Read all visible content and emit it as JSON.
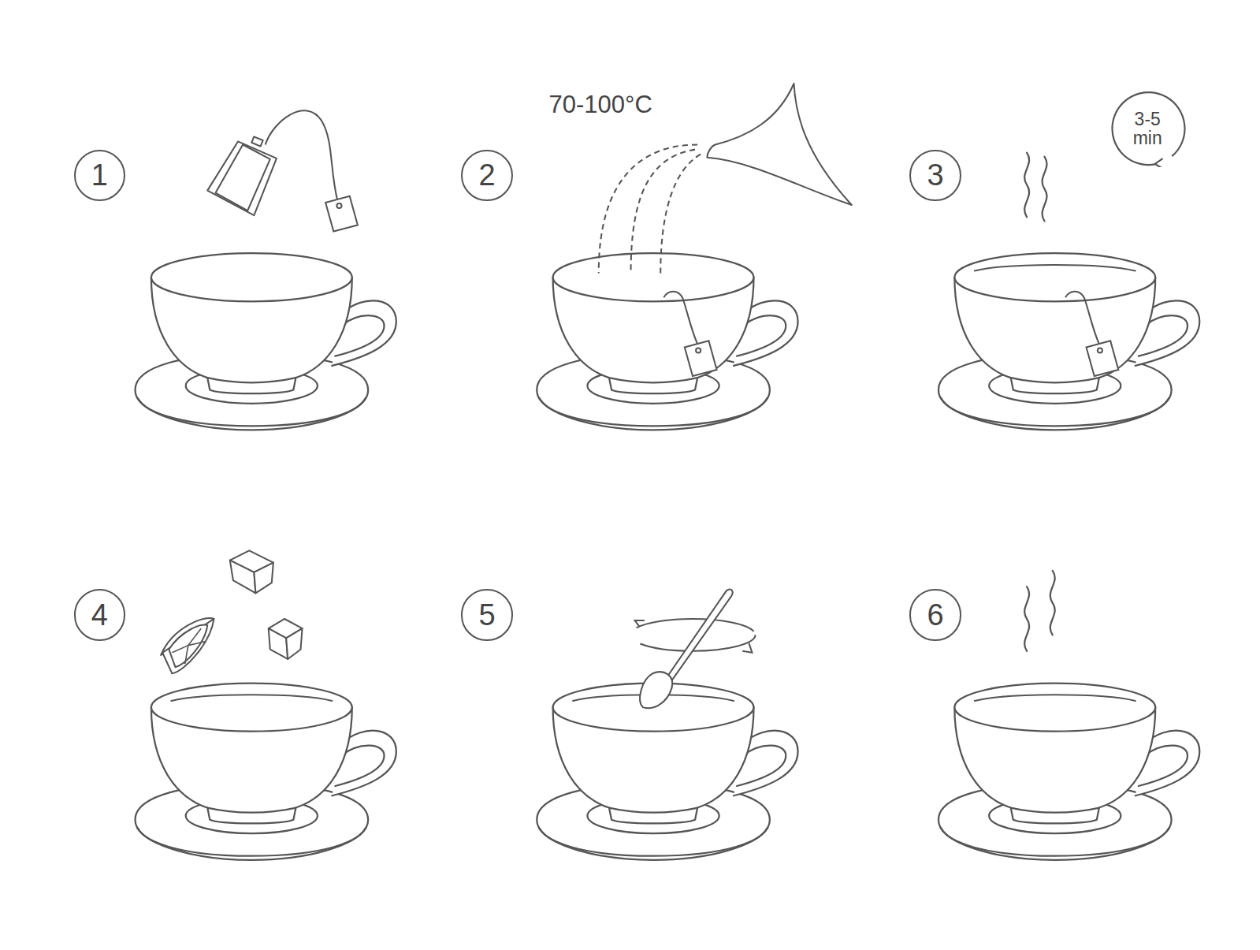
{
  "diagram": {
    "nodes": [
      {
        "text": [
          "1"
        ]
      },
      {
        "text": [
          "2"
        ]
      },
      {
        "text": [
          "3"
        ]
      },
      {
        "text": [
          "3-5 min"
        ]
      },
      {
        "text": [
          "4"
        ]
      },
      {
        "text": [
          "5"
        ]
      },
      {
        "text": [
          "6"
        ]
      }
    ],
    "labels": [
      "70-100°C"
    ]
  }
}
